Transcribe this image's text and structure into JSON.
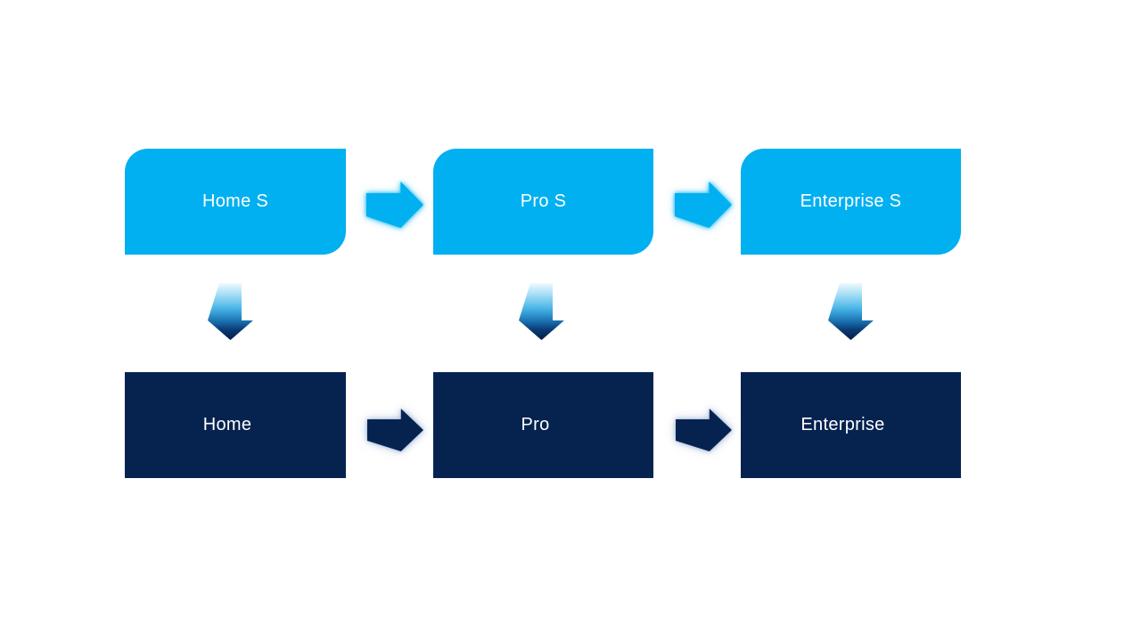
{
  "diagram": {
    "type": "flow",
    "columns": [
      {
        "top_label": "Home S",
        "bottom_label": "Home"
      },
      {
        "top_label": "Pro S",
        "bottom_label": "Pro"
      },
      {
        "top_label": "Enterprise S",
        "bottom_label": "Enterprise"
      }
    ],
    "flow": {
      "top_row_sequence": [
        "Home S",
        "Pro S",
        "Enterprise S"
      ],
      "bottom_row_sequence": [
        "Home",
        "Pro",
        "Enterprise"
      ],
      "vertical_links": [
        {
          "from": "Home S",
          "to": "Home"
        },
        {
          "from": "Pro S",
          "to": "Pro"
        },
        {
          "from": "Enterprise S",
          "to": "Enterprise"
        }
      ]
    },
    "colors": {
      "page_background": "#FFFFFF",
      "top_box_fill": "#00B0F0",
      "bottom_box_fill": "#062350",
      "label_text": "#FFFFFF",
      "top_arrow_fill": "#00B0F0",
      "bottom_arrow_fill": "#062350",
      "down_arrow_gradient_top": "#EEF9FE",
      "down_arrow_gradient_mid": "#2CA3DC",
      "down_arrow_gradient_bottom": "#062350"
    }
  }
}
